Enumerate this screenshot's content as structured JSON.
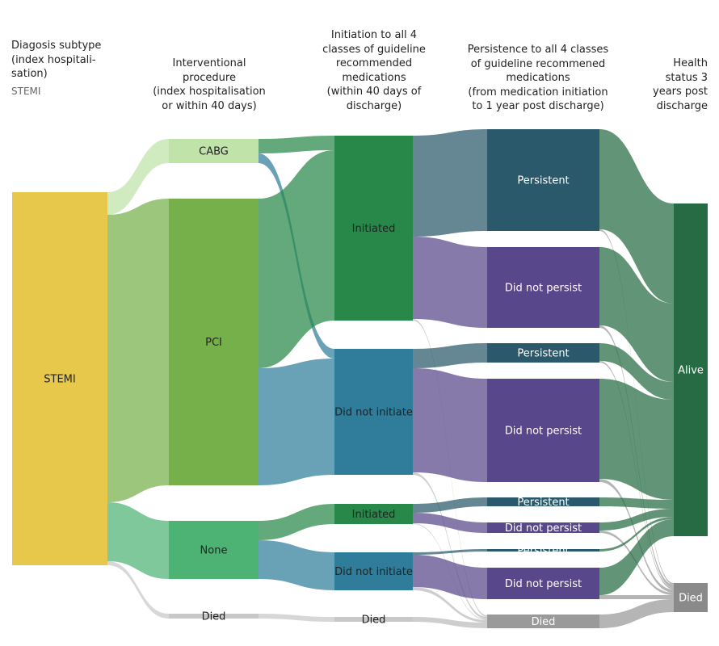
{
  "headers": {
    "col1": {
      "lines": [
        "Diagosis subtype",
        "(index hospitali-",
        "sation)"
      ],
      "filter": "STEMI"
    },
    "col2": {
      "lines": [
        "Interventional",
        "procedure",
        "(index hospitalisation",
        "or within 40 days)"
      ]
    },
    "col3": {
      "lines": [
        "Initiation to all 4",
        "classes of guideline",
        "recommended",
        "medications",
        "(within 40 days of",
        "discharge)"
      ]
    },
    "col4": {
      "lines": [
        "Persistence to all 4 classes",
        "of guideline recommened",
        "medications",
        "(from medication initiation",
        "to 1 year post discharge)"
      ]
    },
    "col5": {
      "lines": [
        "Health",
        "status 3",
        "years post",
        "discharge"
      ]
    }
  },
  "colors": {
    "stemi": "#e8c84a",
    "cabg": "#bfe3a8",
    "pci": "#76b04a",
    "none": "#4db374",
    "died": "#c8c8c8",
    "initiated": "#27884a",
    "not_initiated": "#2f7d9a",
    "persistent": "#29596a",
    "not_persist": "#58478a",
    "alive": "#266b43",
    "died_final": "#8a8a8a"
  },
  "nodes": [
    {
      "id": "stemi",
      "label": "STEMI",
      "col": 0,
      "color": "#e8c84a",
      "text": "#222"
    },
    {
      "id": "cabg",
      "label": "CABG",
      "col": 1,
      "color": "#bfe3a8",
      "text": "#222"
    },
    {
      "id": "pci",
      "label": "PCI",
      "col": 1,
      "color": "#76b04a",
      "text": "#222"
    },
    {
      "id": "none",
      "label": "None",
      "col": 1,
      "color": "#4db374",
      "text": "#222"
    },
    {
      "id": "died1",
      "label": "Died",
      "col": 1,
      "color": "#c8c8c8",
      "text": "#222"
    },
    {
      "id": "init_a",
      "label": "Initiated",
      "col": 2,
      "color": "#27884a",
      "text": "#222"
    },
    {
      "id": "noinit_a",
      "label": "Did not initiate",
      "col": 2,
      "color": "#2f7d9a",
      "text": "#222"
    },
    {
      "id": "init_b",
      "label": "Initiated",
      "col": 2,
      "color": "#27884a",
      "text": "#222"
    },
    {
      "id": "noinit_b",
      "label": "Did not initiate",
      "col": 2,
      "color": "#2f7d9a",
      "text": "#222"
    },
    {
      "id": "died2",
      "label": "Died",
      "col": 2,
      "color": "#c8c8c8",
      "text": "#222"
    },
    {
      "id": "pers_1",
      "label": "Persistent",
      "col": 3,
      "color": "#29596a",
      "text": "#ffffff"
    },
    {
      "id": "dnp_1",
      "label": "Did not persist",
      "col": 3,
      "color": "#58478a",
      "text": "#ffffff"
    },
    {
      "id": "pers_2",
      "label": "Persistent",
      "col": 3,
      "color": "#29596a",
      "text": "#ffffff"
    },
    {
      "id": "dnp_2",
      "label": "Did not persist",
      "col": 3,
      "color": "#58478a",
      "text": "#ffffff"
    },
    {
      "id": "pers_3",
      "label": "Persistent",
      "col": 3,
      "color": "#29596a",
      "text": "#ffffff"
    },
    {
      "id": "dnp_3",
      "label": "Did not persist",
      "col": 3,
      "color": "#58478a",
      "text": "#ffffff"
    },
    {
      "id": "pers_4",
      "label": "Persistent",
      "col": 3,
      "color": "#29596a",
      "text": "#ffffff"
    },
    {
      "id": "dnp_4",
      "label": "Did not persist",
      "col": 3,
      "color": "#58478a",
      "text": "#ffffff"
    },
    {
      "id": "died3",
      "label": "Died",
      "col": 3,
      "color": "#9a9a9a",
      "text": "#ffffff"
    },
    {
      "id": "alive",
      "label": "Alive",
      "col": 4,
      "color": "#266b43",
      "text": "#ffffff"
    },
    {
      "id": "died4",
      "label": "Died",
      "col": 4,
      "color": "#8a8a8a",
      "text": "#ffffff"
    }
  ],
  "flows": [
    {
      "source": "stemi",
      "target": "cabg",
      "color": "#bfe3a8"
    },
    {
      "source": "stemi",
      "target": "pci",
      "color": "#76b04a"
    },
    {
      "source": "stemi",
      "target": "none",
      "color": "#4db374"
    },
    {
      "source": "stemi",
      "target": "died1",
      "color": "#c8c8c8"
    },
    {
      "source": "cabg",
      "target": "init_a",
      "color": "#27884a"
    },
    {
      "source": "cabg",
      "target": "noinit_a",
      "color": "#2f7d9a"
    },
    {
      "source": "pci",
      "target": "init_a",
      "color": "#27884a"
    },
    {
      "source": "pci",
      "target": "noinit_a",
      "color": "#2f7d9a"
    },
    {
      "source": "none",
      "target": "init_b",
      "color": "#27884a"
    },
    {
      "source": "none",
      "target": "noinit_b",
      "color": "#2f7d9a"
    },
    {
      "source": "died1",
      "target": "died2",
      "color": "#c8c8c8"
    },
    {
      "source": "init_a",
      "target": "pers_1",
      "color": "#29596a"
    },
    {
      "source": "init_a",
      "target": "dnp_1",
      "color": "#58478a"
    },
    {
      "source": "init_a",
      "target": "died3",
      "color": "#bbbbbb"
    },
    {
      "source": "noinit_a",
      "target": "pers_2",
      "color": "#29596a"
    },
    {
      "source": "noinit_a",
      "target": "dnp_2",
      "color": "#58478a"
    },
    {
      "source": "noinit_a",
      "target": "died3",
      "color": "#bbbbbb"
    },
    {
      "source": "init_b",
      "target": "pers_3",
      "color": "#29596a"
    },
    {
      "source": "init_b",
      "target": "dnp_3",
      "color": "#58478a"
    },
    {
      "source": "init_b",
      "target": "died3",
      "color": "#bbbbbb"
    },
    {
      "source": "noinit_b",
      "target": "pers_4",
      "color": "#29596a"
    },
    {
      "source": "noinit_b",
      "target": "dnp_4",
      "color": "#58478a"
    },
    {
      "source": "noinit_b",
      "target": "died3",
      "color": "#bbbbbb"
    },
    {
      "source": "died2",
      "target": "died3",
      "color": "#bbbbbb"
    },
    {
      "source": "pers_1",
      "target": "alive",
      "color": "#266b43"
    },
    {
      "source": "pers_1",
      "target": "died4",
      "color": "#999999"
    },
    {
      "source": "dnp_1",
      "target": "alive",
      "color": "#266b43"
    },
    {
      "source": "dnp_1",
      "target": "died4",
      "color": "#999999"
    },
    {
      "source": "pers_2",
      "target": "alive",
      "color": "#266b43"
    },
    {
      "source": "pers_2",
      "target": "died4",
      "color": "#999999"
    },
    {
      "source": "dnp_2",
      "target": "alive",
      "color": "#266b43"
    },
    {
      "source": "dnp_2",
      "target": "died4",
      "color": "#999999"
    },
    {
      "source": "pers_3",
      "target": "alive",
      "color": "#266b43"
    },
    {
      "source": "dnp_3",
      "target": "alive",
      "color": "#266b43"
    },
    {
      "source": "dnp_3",
      "target": "died4",
      "color": "#999999"
    },
    {
      "source": "pers_4",
      "target": "alive",
      "color": "#266b43"
    },
    {
      "source": "dnp_4",
      "target": "alive",
      "color": "#266b43"
    },
    {
      "source": "dnp_4",
      "target": "died4",
      "color": "#999999"
    },
    {
      "source": "died3",
      "target": "died4",
      "color": "#999999"
    }
  ]
}
